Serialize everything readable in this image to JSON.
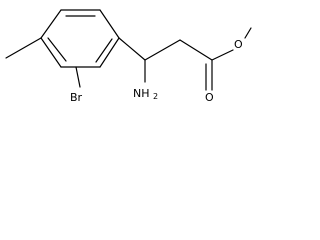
{
  "molecule": {
    "atoms": {
      "bromine": "Br",
      "amino_n": "NH",
      "amino_sub": "2",
      "carbonyl_o": "O",
      "ester_o": "O"
    }
  }
}
